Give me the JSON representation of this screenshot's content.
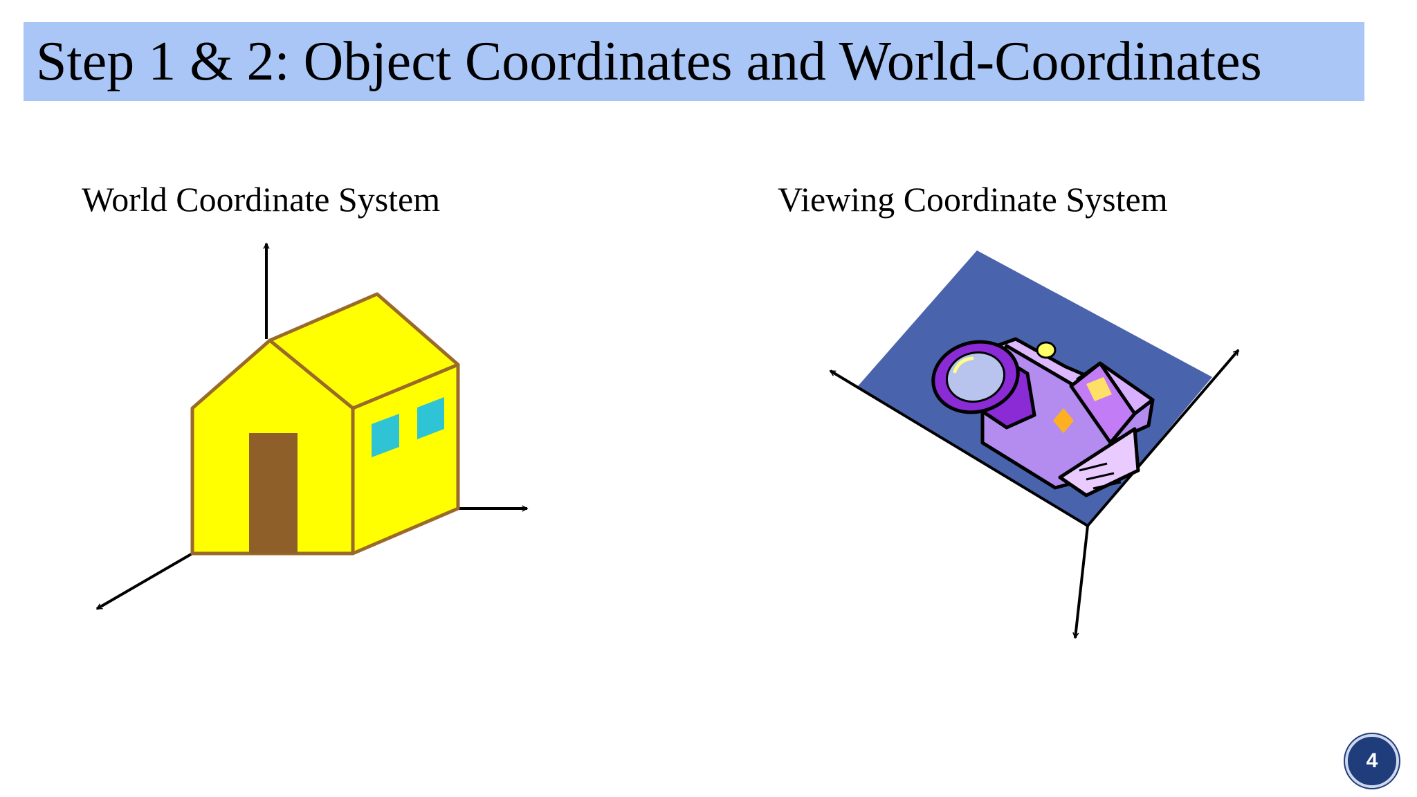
{
  "slide": {
    "title": "Step 1 & 2: Object Coordinates and World-Coordinates",
    "world_label": "World Coordinate System",
    "viewing_label": "Viewing Coordinate System",
    "page_number": "4"
  },
  "colors": {
    "title_bar": "#a9c6f7",
    "house_wall": "#ffff00",
    "house_outline": "#9a6a2a",
    "house_door": "#8f5f2a",
    "house_window": "#2ec4d6",
    "view_plane": "#4a63ad",
    "camera_body": "#b48cf0",
    "camera_dark": "#8a2bd6",
    "camera_lens": "#b8c4ee",
    "camera_accent": "#ffb020",
    "page_badge": "#1f3d7a"
  },
  "icons": [
    "house-icon",
    "camera-icon"
  ]
}
